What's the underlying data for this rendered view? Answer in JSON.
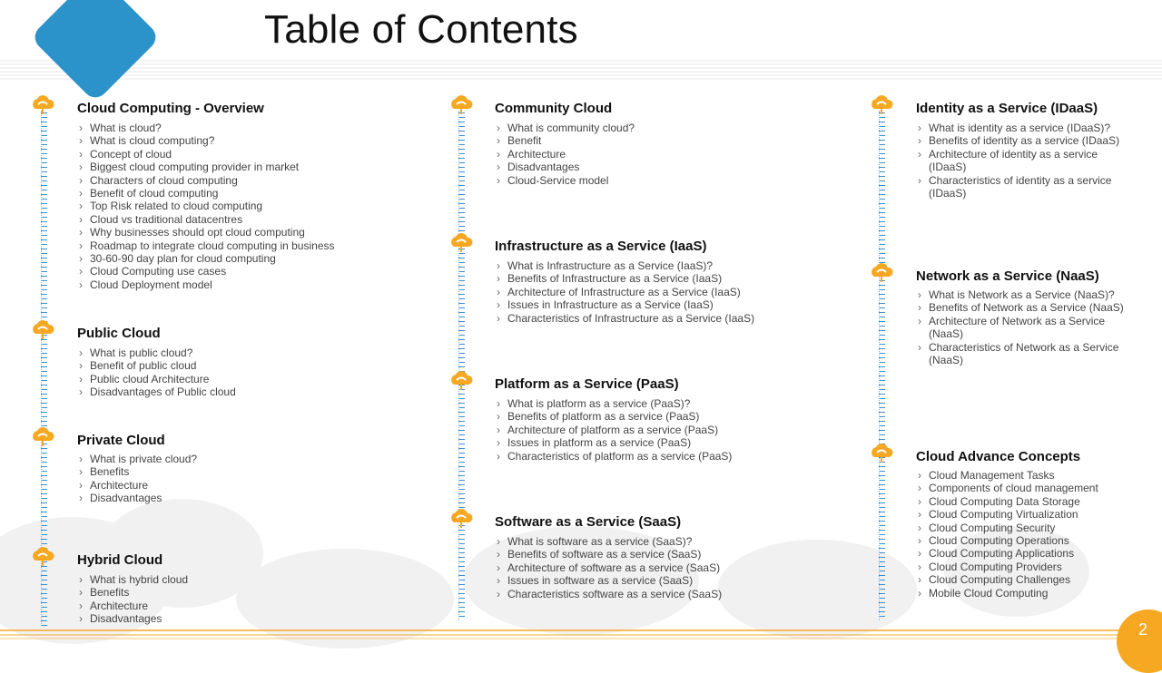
{
  "slide": {
    "title": "Table of Contents",
    "page_number": "2",
    "accent_color": "#2b93c9",
    "icon_color": "#f7a823"
  },
  "sections": [
    {
      "title": "Cloud Computing - Overview",
      "icon": "cloud-icon",
      "items": [
        "What is cloud?",
        "What is cloud computing?",
        "Concept of cloud",
        "Biggest cloud computing provider in market",
        "Characters of cloud computing",
        "Benefit of cloud computing",
        "Top Risk related to cloud computing",
        "Cloud vs traditional datacentres",
        "Why businesses should opt cloud computing",
        "Roadmap to integrate cloud computing in business",
        "30-60-90 day plan for cloud computing",
        "Cloud Computing use cases",
        "Cloud Deployment model"
      ]
    },
    {
      "title": "Public Cloud",
      "icon": "cloud-icon",
      "items": [
        "What is public cloud?",
        "Benefit of public cloud",
        "Public cloud Architecture",
        "Disadvantages of Public cloud"
      ]
    },
    {
      "title": "Private Cloud",
      "icon": "cloud-icon",
      "items": [
        "What is private cloud?",
        "Benefits",
        "Architecture",
        "Disadvantages"
      ]
    },
    {
      "title": "Hybrid Cloud",
      "icon": "cloud-icon",
      "items": [
        "What is hybrid cloud",
        "Benefits",
        "Architecture",
        "Disadvantages"
      ]
    },
    {
      "title": "Community Cloud",
      "icon": "cloud-icon",
      "items": [
        "What is community cloud?",
        "Benefit",
        "Architecture",
        "Disadvantages",
        "Cloud-Service model"
      ]
    },
    {
      "title": "Infrastructure as a Service (IaaS)",
      "icon": "cloud-icon",
      "items": [
        "What is Infrastructure as a Service (IaaS)?",
        "Benefits of Infrastructure as a Service (IaaS)",
        "Architecture of Infrastructure as a Service (IaaS)",
        "Issues in Infrastructure as a Service (IaaS)",
        "Characteristics of Infrastructure as a Service (IaaS)"
      ]
    },
    {
      "title": "Platform as a Service (PaaS)",
      "icon": "cloud-icon",
      "items": [
        "What is platform as a service (PaaS)?",
        "Benefits of platform as a service (PaaS)",
        "Architecture of platform as a service (PaaS)",
        "Issues in platform as a service (PaaS)",
        "Characteristics of platform as a service (PaaS)"
      ]
    },
    {
      "title": "Software as a Service (SaaS)",
      "icon": "cloud-icon",
      "items": [
        "What is software as a service (SaaS)?",
        "Benefits of software as a service (SaaS)",
        "Architecture of software as a service (SaaS)",
        "Issues in software as a service (SaaS)",
        "Characteristics software as a service (SaaS)"
      ]
    },
    {
      "title": "Identity as a Service (IDaaS)",
      "icon": "cloud-icon",
      "items": [
        "What is identity as a service (IDaaS)?",
        "Benefits of identity as a service (IDaaS)",
        "Architecture of identity as a service (IDaaS)",
        "Characteristics of identity as a service (IDaaS)"
      ]
    },
    {
      "title": "Network as a Service (NaaS)",
      "icon": "cloud-icon",
      "items": [
        "What is Network as a Service (NaaS)?",
        "Benefits of Network as a Service (NaaS)",
        "Architecture of Network as a Service (NaaS)",
        "Characteristics of Network as a Service (NaaS)"
      ]
    },
    {
      "title": "Cloud Advance Concepts",
      "icon": "cloud-icon",
      "items": [
        "Cloud Management Tasks",
        "Components of cloud management",
        "Cloud Computing Data Storage",
        "Cloud Computing Virtualization",
        "Cloud Computing Security",
        "Cloud Computing Operations",
        "Cloud Computing Applications",
        "Cloud Computing Providers",
        "Cloud Computing Challenges",
        "Mobile Cloud Computing"
      ]
    }
  ]
}
